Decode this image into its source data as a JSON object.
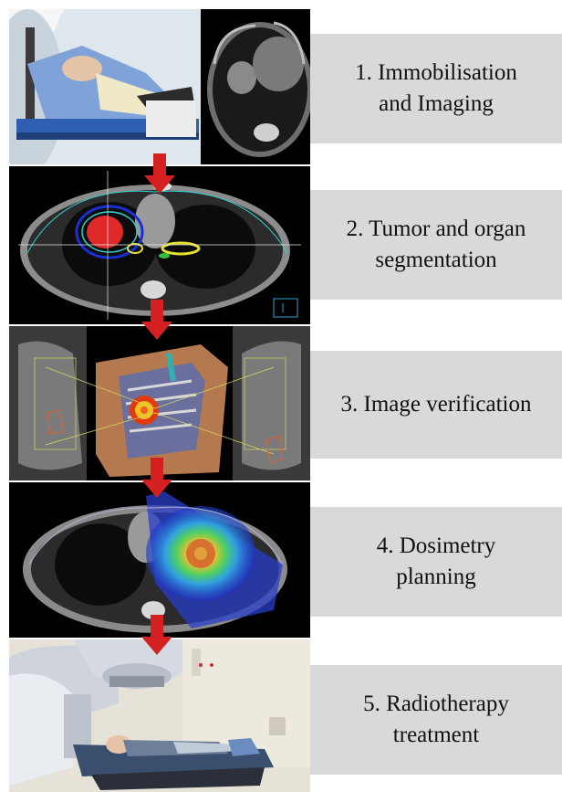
{
  "steps": [
    {
      "label_line1": "1. Immobilisation",
      "label_line2": "and Imaging"
    },
    {
      "label_line1": "2. Tumor and organ",
      "label_line2": "segmentation"
    },
    {
      "label_line1": "3. Image verification",
      "label_line2": ""
    },
    {
      "label_line1": "4. Dosimetry",
      "label_line2": "planning"
    },
    {
      "label_line1": "5. Radiotherapy",
      "label_line2": "treatment"
    }
  ],
  "colors": {
    "arrow": "#d42020",
    "label_background": "#d9d9d9",
    "tumor": "#e02a2a",
    "contour_blue": "#1a2fd0",
    "contour_yellow": "#e8e030",
    "contour_cyan": "#30d0d0"
  }
}
